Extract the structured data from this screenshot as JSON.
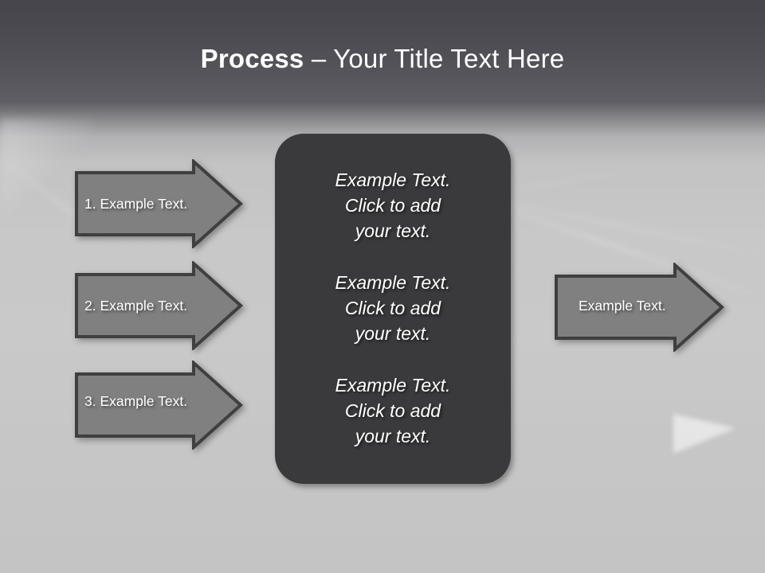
{
  "slide": {
    "title_bold": "Process",
    "title_rest": " – Your Title Text Here",
    "background_top_color": "#45454b",
    "background_bottom_color": "#c6c6c6"
  },
  "center_panel": {
    "fill_color": "#3a3a3c",
    "blocks": [
      "Example Text.\nClick  to add\nyour text.",
      "Example Text.\nClick  to add\nyour text.",
      "Example Text.\nClick  to add\nyour text."
    ]
  },
  "left_arrows": {
    "fill_color": "#808080",
    "stroke_color": "#3f3f3f",
    "items": [
      {
        "label": "1. Example Text."
      },
      {
        "label": "2. Example Text."
      },
      {
        "label": "3. Example Text."
      }
    ]
  },
  "right_arrow": {
    "fill_color": "#808080",
    "stroke_color": "#3f3f3f",
    "label": "Example Text."
  }
}
